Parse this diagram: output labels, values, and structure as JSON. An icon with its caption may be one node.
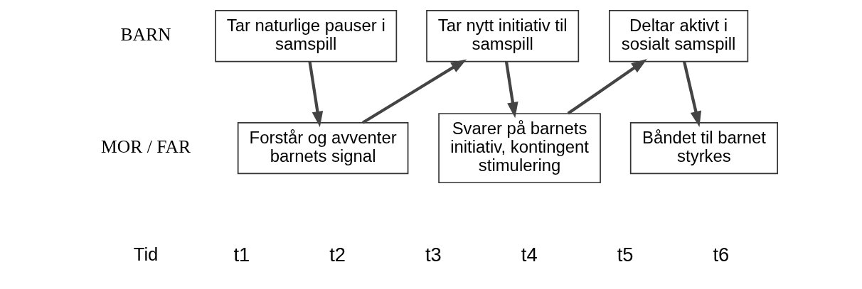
{
  "diagram": {
    "nodes": [
      {
        "text": [
          "Tar naturlige pauser i samspill"
        ]
      },
      {
        "text": [
          "Tar nytt initiativ til samspill"
        ]
      },
      {
        "text": [
          "Deltar aktivt i sosialt samspill"
        ]
      },
      {
        "text": [
          "Forstår og avventer barnets signal"
        ]
      },
      {
        "text": [
          "Svarer på barnets initiativ, kontingent stimulering"
        ]
      },
      {
        "text": [
          "Båndet til barnet styrkes"
        ]
      }
    ],
    "edges": [
      {
        "from": 0,
        "to": 3,
        "arrow": "to"
      },
      {
        "from": 3,
        "to": 1,
        "arrow": "to"
      },
      {
        "from": 1,
        "to": 4,
        "arrow": "to"
      },
      {
        "from": 4,
        "to": 2,
        "arrow": "to"
      },
      {
        "from": 2,
        "to": 5,
        "arrow": "to"
      }
    ],
    "labels": [
      "BARN",
      "MOR / FAR",
      "Tid",
      "t1",
      "t2",
      "t3",
      "t4",
      "t5",
      "t6"
    ]
  }
}
